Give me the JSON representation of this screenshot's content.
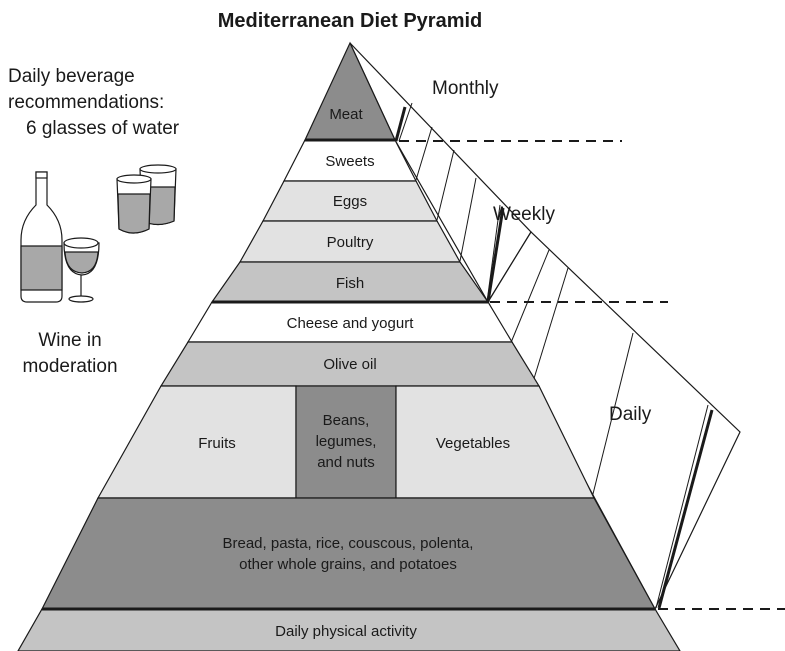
{
  "title": "Mediterranean Diet Pyramid",
  "beverage": {
    "line1": "Daily beverage",
    "line2": "recommendations:",
    "line3": "6 glasses of water"
  },
  "wine": {
    "line1": "Wine in",
    "line2": "moderation"
  },
  "frequency": {
    "monthly": "Monthly",
    "weekly": "Weekly",
    "daily": "Daily"
  },
  "tiers": {
    "meat": "Meat",
    "sweets": "Sweets",
    "eggs": "Eggs",
    "poultry": "Poultry",
    "fish": "Fish",
    "cheese": "Cheese and yogurt",
    "olive_oil": "Olive oil",
    "fruits": "Fruits",
    "beans": {
      "line1": "Beans,",
      "line2": "legumes,",
      "line3": "and nuts"
    },
    "vegetables": "Vegetables",
    "grains": {
      "line1": "Bread, pasta, rice, couscous, polenta,",
      "line2": "other whole grains, and potatoes"
    },
    "activity": "Daily physical activity"
  },
  "colors": {
    "dark": "#8c8c8c",
    "medium": "#c4c4c4",
    "light": "#e2e2e2",
    "white": "#ffffff",
    "stroke": "#1a1a1a"
  }
}
